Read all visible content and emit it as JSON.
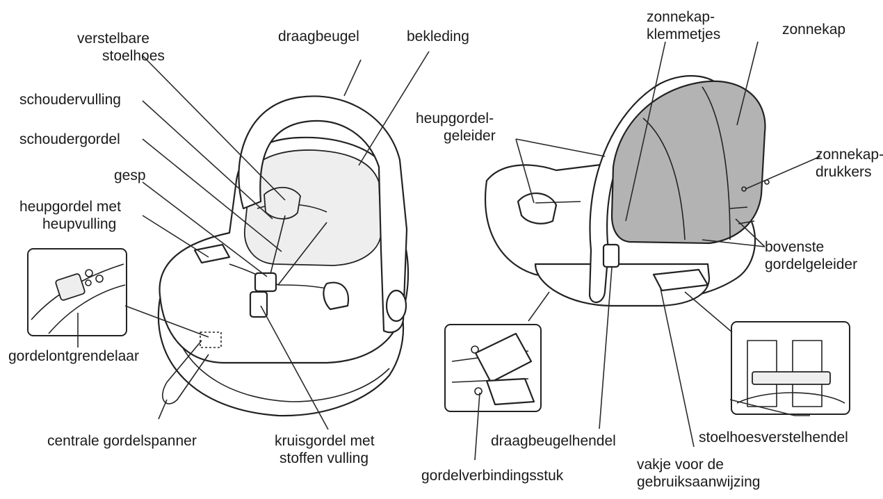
{
  "colors": {
    "line": "#2a2a2a",
    "canopy_fill": "#b3b3b3",
    "pad_fill": "#eeeeee",
    "background": "#ffffff"
  },
  "labels": {
    "verstelbare_stoelhoes": [
      "verstelbare",
      "stoelhoes"
    ],
    "draagbeugel": "draagbeugel",
    "bekleding": "bekleding",
    "schoudervulling": "schoudervulling",
    "schoudergordel": "schoudergordel",
    "gesp": "gesp",
    "heupgordel_met_heupvulling": [
      "heupgordel met",
      "heupvulling"
    ],
    "gordelontgrendelaar": "gordelontgrendelaar",
    "centrale_gordelspanner": "centrale gordelspanner",
    "kruisgordel_met_stoffen_vulling": [
      "kruisgordel met",
      "stoffen vulling"
    ],
    "zonnekap_klemmetjes": [
      "zonnekap-",
      "klemmetjes"
    ],
    "zonnekap": "zonnekap",
    "heupgordel_geleider": [
      "heupgordel-",
      "geleider"
    ],
    "zonnekap_drukkers": [
      "zonnekap-",
      "drukkers"
    ],
    "bovenste_gordelgeleider": [
      "bovenste",
      "gordelgeleider"
    ],
    "draagbeugelhendel": "draagbeugelhendel",
    "stoelhoesverstelhendel": "stoelhoesverstelhendel",
    "gordelverbindingsstuk": "gordelverbindingsstuk",
    "vakje_voor_de_gebruiksaanwijzing": [
      "vakje voor de",
      "gebruiksaanwijzing"
    ]
  }
}
